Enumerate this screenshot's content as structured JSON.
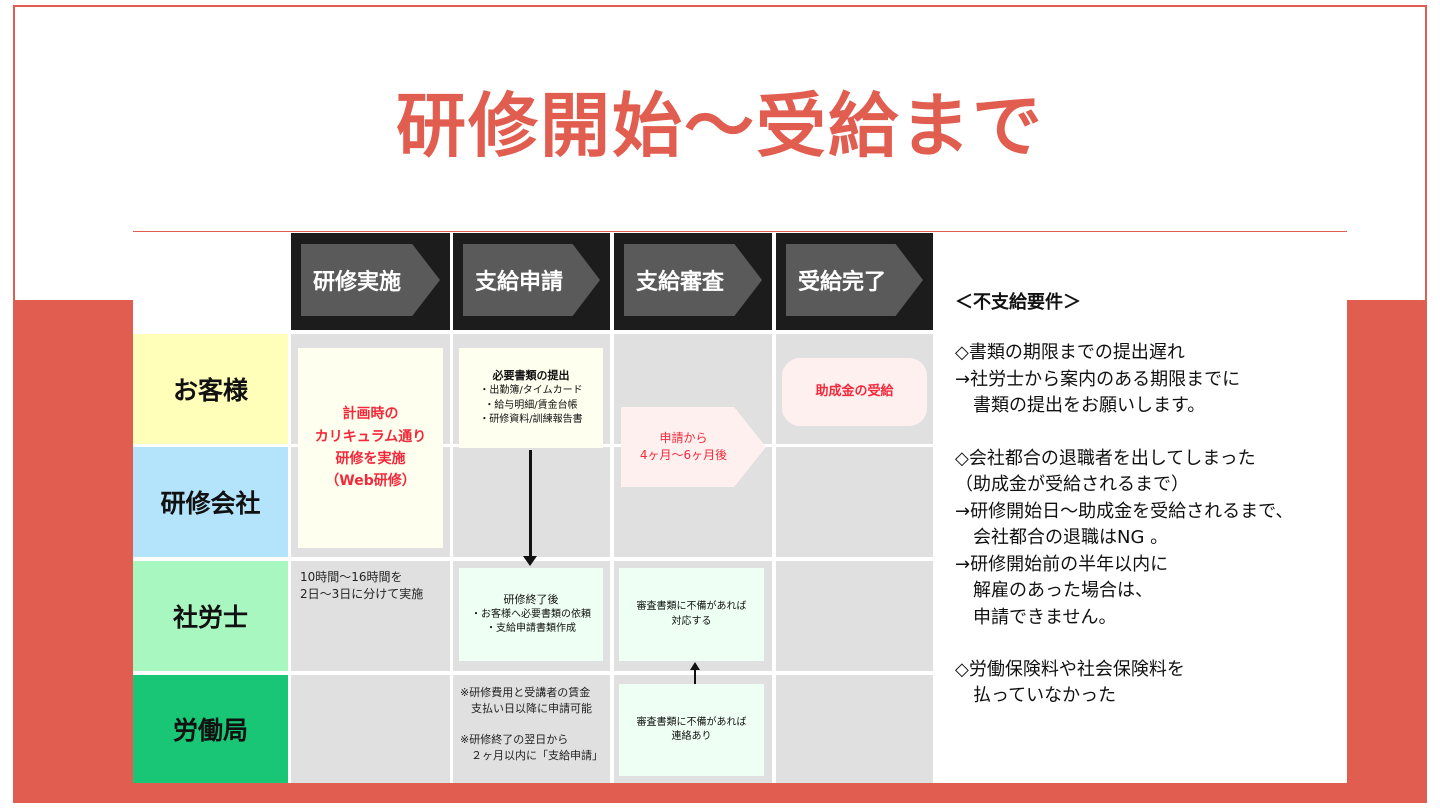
{
  "title": "研修開始〜受給まで",
  "phases": [
    "研修実施",
    "支給申請",
    "支給審査",
    "受給完了"
  ],
  "roles": [
    "お客様",
    "研修会社",
    "社労士",
    "労働局"
  ],
  "colors": {
    "accent": "#e05d4f",
    "customer": "#ffffb9",
    "company": "#b4e4fb",
    "sharoushi": "#a9f7c0",
    "labor_bureau": "#19c675"
  },
  "cells": {
    "training": [
      "計画時の",
      "カリキュラム通り",
      "研修を実施",
      "（Web研修）"
    ],
    "training_note": [
      "10時間〜16時間を",
      "2日〜3日に分けて実施"
    ],
    "docs_title": "必要書類の提出",
    "docs_items": [
      "・出勤簿/タイムカード",
      "・給与明細/賃金台帳",
      "・研修資料/訓練報告書"
    ],
    "review_period": [
      "申請から",
      "4ヶ月〜6ヶ月後"
    ],
    "receive": "助成金の受給",
    "after_title": "研修終了後",
    "after_items": [
      "・お客様へ必要書類の依頼",
      "・支給申請書類作成"
    ],
    "sharoushi_review": [
      "審査書類に不備があれば",
      "対応する"
    ],
    "bureau_notes": [
      "※研修費用と受講者の賃金",
      "　支払い日以降に申請可能",
      "",
      "※研修終了の翌日から",
      "　２ヶ月以内に「支給申請」"
    ],
    "bureau_review": [
      "審査書類に不備があれば",
      "連絡あり"
    ]
  },
  "right": {
    "heading": "＜不支給要件＞",
    "lines": [
      "◇書類の期限までの提出遅れ",
      "→社労士から案内のある期限までに",
      "　書類の提出をお願いします。",
      "",
      "◇会社都合の退職者を出してしまった",
      "（助成金が受給されるまで）",
      "→研修開始日〜助成金を受給されるまで、",
      "　会社都合の退職はNG 。",
      "→研修開始前の半年以内に",
      "　解雇のあった場合は、",
      "　申請できません。",
      "",
      "◇労働保険料や社会保険料を",
      "　払っていなかった"
    ]
  }
}
